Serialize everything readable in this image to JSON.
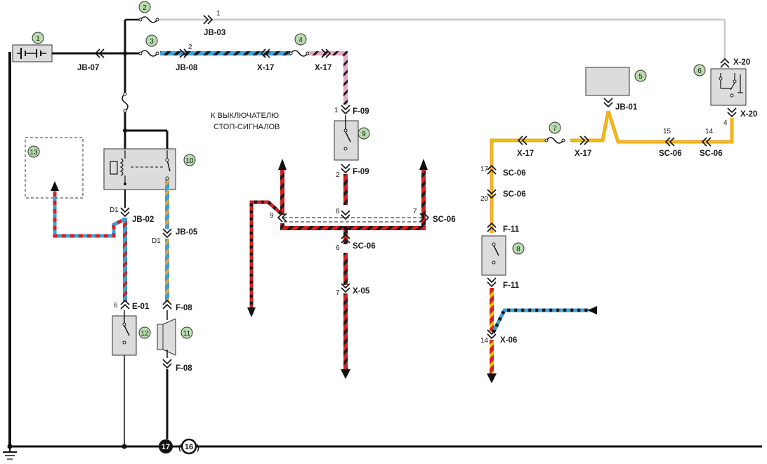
{
  "title": "",
  "components": {
    "1": "1",
    "2": "2",
    "3": "3",
    "4": "4",
    "5": "5",
    "6": "6",
    "7": "7",
    "8": "8",
    "9": "9",
    "10": "10",
    "11": "11",
    "12": "12",
    "13": "13"
  },
  "connectors": {
    "jb07": "JB-07",
    "jb03": "JB-03",
    "jb08": "JB-08",
    "x17_a": "X-17",
    "x17_b": "X-17",
    "x17_c": "X-17",
    "x17_d": "X-17",
    "jb01": "JB-01",
    "x20_top": "X-20",
    "x20_bot": "X-20",
    "sc06_a": "SC-06",
    "sc06_b": "SC-06",
    "sc06_c": "SC-06",
    "sc06_d": "SC-06",
    "sc06_e": "SC-06",
    "sc06_f": "SC-06",
    "f09_top": "F-09",
    "f09_bot": "F-09",
    "x05": "X-05",
    "jb02": "JB-02",
    "jb05": "JB-05",
    "e01": "E-01",
    "f08_top": "F-08",
    "f08_bot": "F-08",
    "f11_top": "F-11",
    "f11_bot": "F-11",
    "x06": "X-06"
  },
  "pins": {
    "p1": "1",
    "p2": "2",
    "f09_1": "1",
    "f09_2": "2",
    "p8": "8",
    "p9": "9",
    "p7r": "7",
    "p6": "6",
    "p7": "7",
    "p15": "15",
    "p14": "14",
    "p4": "4",
    "p17": "17",
    "p20": "20",
    "p14b": "14",
    "d1a": "D1",
    "d1b": "D1",
    "p6b": "6"
  },
  "note": {
    "line1": "К ВЫКЛЮЧАТЕЛЮ",
    "line2": "СТОП-СИГНАЛОВ"
  },
  "grounds": {
    "g17": "17",
    "g16": "16"
  },
  "wire_colors": {
    "black": "#1a1a1a",
    "blue": "#3aa0d8",
    "pink": "#e6a8c8",
    "red": "#d42020",
    "orange": "#e8a33a",
    "yellow": "#f2c200",
    "component_fill": "#dcdcdc",
    "badge_fill": "#b9dcae"
  }
}
